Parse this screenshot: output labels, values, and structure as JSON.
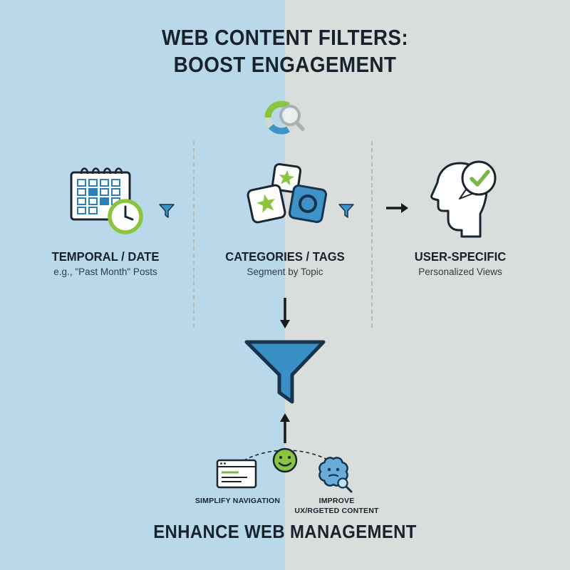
{
  "title": {
    "line1": "WEB CONTENT FILTERS:",
    "line2": "BOOST ENGAGEMENT"
  },
  "columns": [
    {
      "heading": "TEMPORAL / DATE",
      "subheading": "e.g., \"Past Month\" Posts"
    },
    {
      "heading": "CATEGORIES / TAGS",
      "subheading": "Segment by Topic"
    },
    {
      "heading": "USER-SPECIFIC",
      "subheading": "Personalized Views"
    }
  ],
  "benefits": {
    "simplify": "SIMPLIFY NAVIGATION",
    "improve_line1": "IMPROVE",
    "improve_line2": "UX/RGETED CONTENT"
  },
  "footer": "ENHANCE WEB MANAGEMENT",
  "icons": {
    "search_donut": "magnifier-over-ring-chart",
    "calendar_clock": "calendar-with-clock",
    "funnel_small": "funnel",
    "category_cards": "tag-cards-with-stars",
    "arrow_right": "→",
    "user_head": "head-profile-with-check-bubble",
    "arrow_down": "↓",
    "funnel_large": "funnel",
    "arrow_up": "↑",
    "browser_window": "browser-window",
    "smiley": "smiley-face",
    "mascot_blob": "fuzzy-mascot-with-magnifier"
  },
  "colors": {
    "background_left": "#b9d8ea",
    "background_right": "#d9dedc",
    "ink": "#1b2530",
    "accent_blue": "#3f93c6",
    "accent_green": "#8bc53f"
  }
}
